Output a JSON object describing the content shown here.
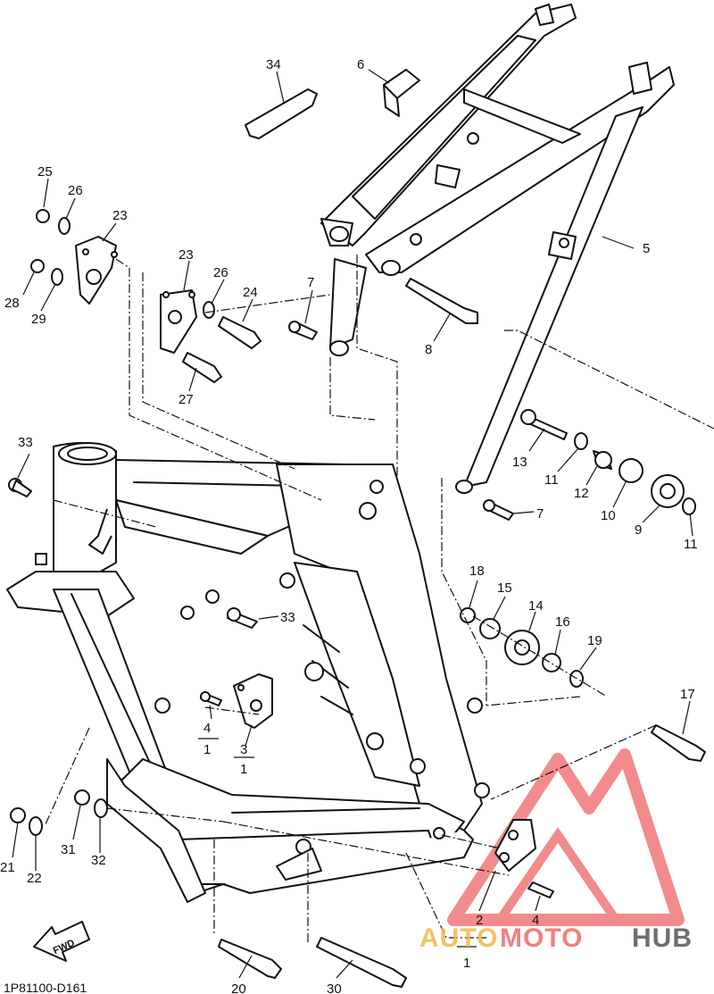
{
  "diagram": {
    "code": "1P81100-D161",
    "fwd_label": "FWD"
  },
  "callouts": {
    "c1a": "1",
    "c1b": "1",
    "c1c": "1",
    "c2": "2",
    "c3": "3",
    "c4a": "4",
    "c4b": "4",
    "c5": "5",
    "c6": "6",
    "c7a": "7",
    "c7b": "7",
    "c8": "8",
    "c9": "9",
    "c10": "10",
    "c11a": "11",
    "c11b": "11",
    "c12": "12",
    "c13": "13",
    "c14": "14",
    "c15": "15",
    "c16": "16",
    "c17": "17",
    "c18": "18",
    "c19": "19",
    "c20": "20",
    "c21": "21",
    "c22": "22",
    "c23a": "23",
    "c23b": "23",
    "c24": "24",
    "c25": "25",
    "c26a": "26",
    "c26b": "26",
    "c27": "27",
    "c28": "28",
    "c29": "29",
    "c30": "30",
    "c31": "31",
    "c32": "32",
    "c33a": "33",
    "c33b": "33",
    "c34": "34"
  },
  "watermark": {
    "text_a": "AUTO",
    "text_b": "MOTO",
    "text_c": "HUB",
    "colors": {
      "gold": "#f2b84a",
      "red": "#f06a6a",
      "dark": "#555555"
    }
  }
}
